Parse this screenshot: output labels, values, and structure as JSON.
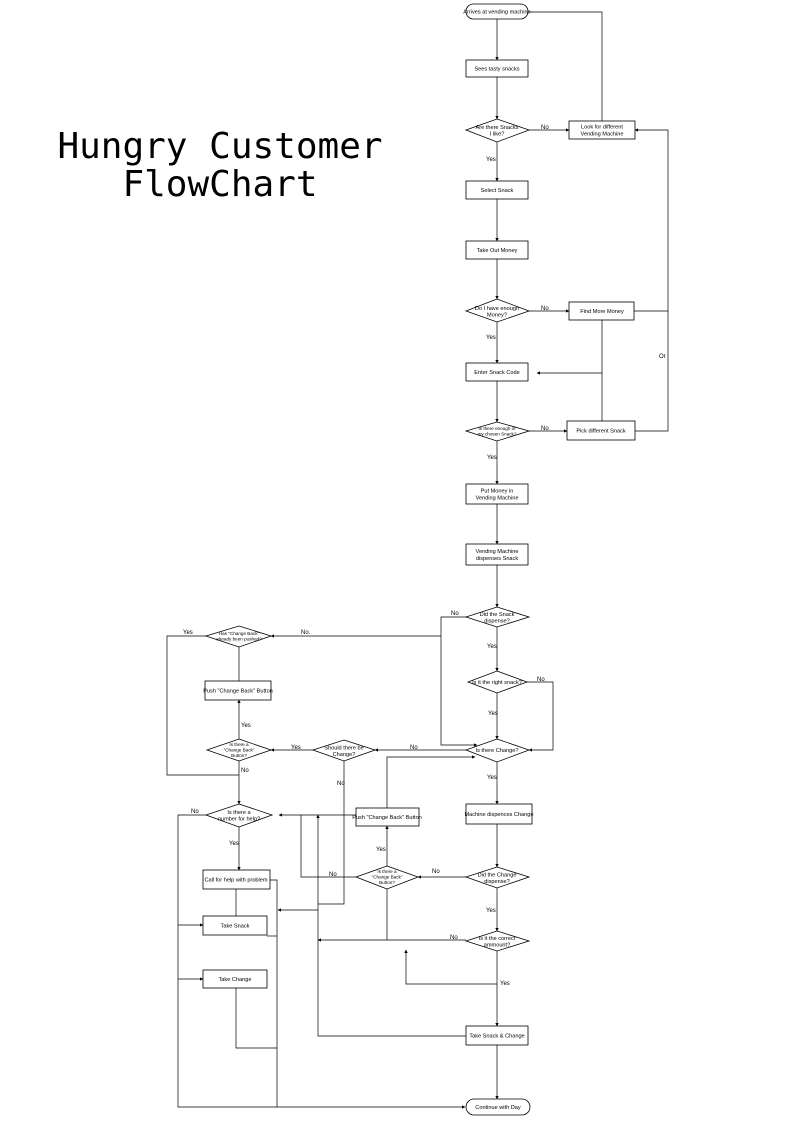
{
  "title": {
    "line1": "Hungry Customer",
    "line2": "FlowChart"
  },
  "nodes": {
    "arrives": {
      "line1": "Arrives at vending machine"
    },
    "sees": {
      "line1": "Sees tasty snacks"
    },
    "snacks_like": {
      "line1": "Are there Snacks",
      "line2": "I like?"
    },
    "look_diff": {
      "line1": "Look for different",
      "line2": "Vending Machine"
    },
    "select": {
      "line1": "Select Snack"
    },
    "take_money": {
      "line1": "Take Out Money"
    },
    "enough_money": {
      "line1": "Do I have enough",
      "line2": "Money?"
    },
    "find_money": {
      "line1": "Find More Money"
    },
    "enter_code": {
      "line1": "Enter Snack Code"
    },
    "enough_snack": {
      "line1": "Is there enough of",
      "line2": "my chosen Snack?"
    },
    "pick_diff": {
      "line1": "Pick different Snack"
    },
    "put_money": {
      "line1": "Put Money in",
      "line2": "Vending Machine"
    },
    "dispenses": {
      "line1": "Vending Machine",
      "line2": "dispenses Snack"
    },
    "did_dispense": {
      "line1": "Did the Snack",
      "line2": "dispense?"
    },
    "right_snack": {
      "line1": "Is it the right snack?"
    },
    "is_change": {
      "line1": "Is there Change?"
    },
    "machine_change": {
      "line1": "Machine dispences Change"
    },
    "did_change": {
      "line1": "Did the Change",
      "line2": "dispense?"
    },
    "correct_amt": {
      "line1": "Is it the correct",
      "line2": "ammount?"
    },
    "take_both": {
      "line1": "Take Snack & Change"
    },
    "continue": {
      "line1": "Continue with Day"
    },
    "should_change": {
      "line1": "Should there be",
      "line2": "Change?"
    },
    "cb_button1": {
      "line1": "Is there a",
      "line2": "\"Change Back\"",
      "line3": "Button?"
    },
    "push_cb1": {
      "line1": "Push \"Change Back\" Button"
    },
    "cb_pushed": {
      "line1": "Has \"Change Back\"",
      "line2": "already been pushed?"
    },
    "push_cb2": {
      "line1": "Push \"Change Back\" Button"
    },
    "cb_button2": {
      "line1": "Is there a",
      "line2": "\"Change Back\"",
      "line3": "Button?"
    },
    "help_number": {
      "line1": "Is there a",
      "line2": "number for help?"
    },
    "call_help": {
      "line1": "Call for help with problem"
    },
    "take_snack": {
      "line1": "Take Snack"
    },
    "take_change": {
      "line1": "Take Change"
    }
  },
  "labels": {
    "yes": "Yes",
    "no": "No",
    "no_dot": "No.",
    "or": "Or"
  }
}
